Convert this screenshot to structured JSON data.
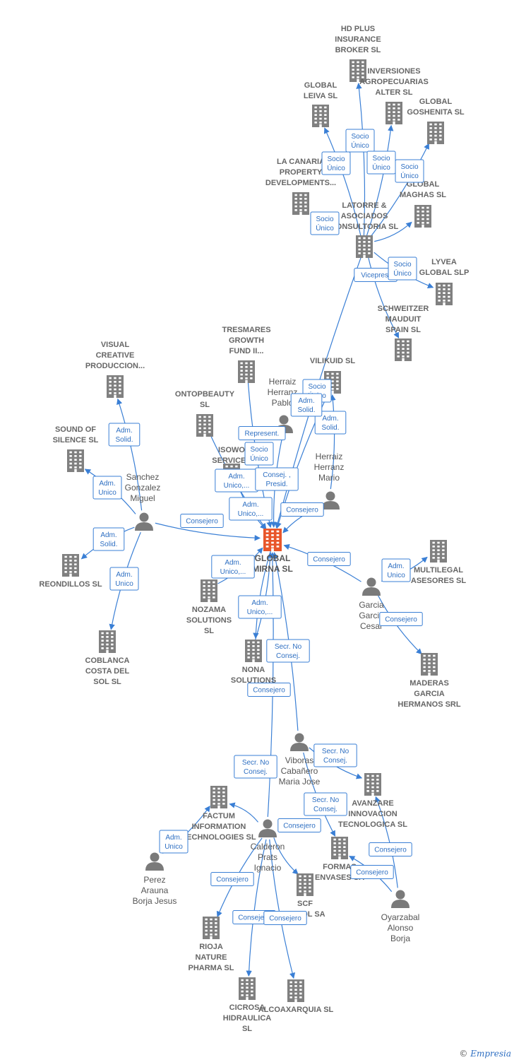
{
  "colors": {
    "edge": "#3a7fd5",
    "building": "#808080",
    "main": "#e8562b",
    "person": "#7a7a7a"
  },
  "nodes": [
    {
      "id": "main",
      "type": "main",
      "lines": [
        "GLOBAL",
        "MIRNA  SL"
      ]
    },
    {
      "id": "hdplus",
      "type": "company",
      "lines": [
        "HD PLUS",
        "INSURANCE",
        "BROKER  SL"
      ]
    },
    {
      "id": "inversiones",
      "type": "company",
      "lines": [
        "INVERSIONES",
        "AGROPECUARIAS",
        "ALTER  SL"
      ]
    },
    {
      "id": "leiva",
      "type": "company",
      "lines": [
        "GLOBAL",
        "LEIVA  SL"
      ]
    },
    {
      "id": "goshenita",
      "type": "company",
      "lines": [
        "GLOBAL",
        "GOSHENITA SL"
      ]
    },
    {
      "id": "lacanaria",
      "type": "company",
      "lines": [
        "LA CANARIA",
        "PROPERTY",
        "DEVELOPMENTS..."
      ]
    },
    {
      "id": "maghas",
      "type": "company",
      "lines": [
        "GLOBAL",
        "MAGHAS  SL"
      ]
    },
    {
      "id": "latorre",
      "type": "company",
      "lines": [
        "LATORRE &",
        "ASOCIADOS",
        "CONSULTORIA SL"
      ]
    },
    {
      "id": "lyvea",
      "type": "company",
      "lines": [
        "LYVEA",
        "GLOBAL  SLP"
      ]
    },
    {
      "id": "schweitzer",
      "type": "company",
      "lines": [
        "SCHWEITZER",
        "MAUDUIT",
        "SPAIN SL"
      ]
    },
    {
      "id": "tresmares",
      "type": "company",
      "lines": [
        "TRESMARES",
        "GROWTH",
        "FUND II..."
      ]
    },
    {
      "id": "vilikuid",
      "type": "company",
      "lines": [
        "VILIKUID  SL"
      ]
    },
    {
      "id": "visual",
      "type": "company",
      "lines": [
        "VISUAL",
        "CREATIVE",
        "PRODUCCION..."
      ]
    },
    {
      "id": "ontopbeauty",
      "type": "company",
      "lines": [
        "ONTOPBEAUTY",
        "SL"
      ]
    },
    {
      "id": "isowo",
      "type": "company",
      "lines": [
        "ISOWO",
        "SERVICES"
      ]
    },
    {
      "id": "soundsilence",
      "type": "company",
      "lines": [
        "SOUND OF",
        "SILENCE SL"
      ]
    },
    {
      "id": "reondillos",
      "type": "company",
      "lines": [
        "REONDILLOS SL"
      ]
    },
    {
      "id": "coblanca",
      "type": "company",
      "lines": [
        "COBLANCA",
        "COSTA DEL",
        "SOL  SL"
      ]
    },
    {
      "id": "nozama",
      "type": "company",
      "lines": [
        "NOZAMA",
        "SOLUTIONS",
        "SL"
      ]
    },
    {
      "id": "nona",
      "type": "company",
      "lines": [
        "NONA",
        "SOLUTIONS"
      ]
    },
    {
      "id": "multilegal",
      "type": "company",
      "lines": [
        "MULTILEGAL",
        "ASESORES SL"
      ]
    },
    {
      "id": "maderas",
      "type": "company",
      "lines": [
        "MADERAS",
        "GARCIA",
        "HERMANOS SRL"
      ]
    },
    {
      "id": "avanzare",
      "type": "company",
      "lines": [
        "AVANZARE",
        "INNOVACION",
        "TECNOLOGICA SL"
      ]
    },
    {
      "id": "factum",
      "type": "company",
      "lines": [
        "FACTUM",
        "INFORMATION",
        "TECHNOLOGIES SL"
      ]
    },
    {
      "id": "formas",
      "type": "company",
      "lines": [
        "FORMAS",
        "ENVASES SA"
      ]
    },
    {
      "id": "scf",
      "type": "company",
      "lines": [
        "SCF",
        "CAROL SA"
      ]
    },
    {
      "id": "rioja",
      "type": "company",
      "lines": [
        "RIOJA",
        "NATURE",
        "PHARMA SL"
      ]
    },
    {
      "id": "cicrosa",
      "type": "company",
      "lines": [
        "CICROSA",
        "HIDRAULICA",
        "SL"
      ]
    },
    {
      "id": "alcoaxarquia",
      "type": "company",
      "lines": [
        "ALCOAXARQUIA SL"
      ]
    },
    {
      "id": "herraizpablo",
      "type": "person",
      "lines": [
        "Herraiz",
        "Herranz",
        "Pablo"
      ]
    },
    {
      "id": "herraizmario",
      "type": "person",
      "lines": [
        "Herraiz",
        "Herranz",
        "Mario"
      ]
    },
    {
      "id": "sanchez",
      "type": "person",
      "lines": [
        "Sanchez",
        "Gonzalez",
        "Miguel"
      ]
    },
    {
      "id": "garcia",
      "type": "person",
      "lines": [
        "Garcia",
        "Garcia",
        "Cesar"
      ]
    },
    {
      "id": "viboras",
      "type": "person",
      "lines": [
        "Viboras",
        "Cabañero",
        "Maria Jose"
      ]
    },
    {
      "id": "calderon",
      "type": "person",
      "lines": [
        "Calderon",
        "Prats",
        "Ignacio"
      ]
    },
    {
      "id": "perez",
      "type": "person",
      "lines": [
        "Perez",
        "Arauna",
        "Borja Jesus"
      ]
    },
    {
      "id": "oyarzabal",
      "type": "person",
      "lines": [
        "Oyarzabal",
        "Alonso",
        "Borja"
      ]
    }
  ],
  "relations": [
    {
      "lines": [
        "Socio",
        "Único"
      ]
    },
    {
      "lines": [
        "Socio",
        "Único"
      ]
    },
    {
      "lines": [
        "Socio",
        "Único"
      ]
    },
    {
      "lines": [
        "Socio",
        "Único"
      ]
    },
    {
      "lines": [
        "Socio",
        "Único"
      ]
    },
    {
      "lines": [
        "Vicepres."
      ]
    },
    {
      "lines": [
        "Socio",
        "Único"
      ]
    },
    {
      "lines": [
        "Socio",
        "Único"
      ]
    },
    {
      "lines": [
        "Adm.",
        "Solid."
      ]
    },
    {
      "lines": [
        "Adm.",
        "Solid."
      ]
    },
    {
      "lines": [
        "Represent."
      ]
    },
    {
      "lines": [
        "Socio",
        "Único"
      ]
    },
    {
      "lines": [
        "Adm.",
        "Unico,..."
      ]
    },
    {
      "lines": [
        "Consej. ,",
        "Presid."
      ]
    },
    {
      "lines": [
        "Adm.",
        "Unico,..."
      ]
    },
    {
      "lines": [
        "Consejero"
      ]
    },
    {
      "lines": [
        "Adm.",
        "Solid."
      ]
    },
    {
      "lines": [
        "Adm.",
        "Unico"
      ]
    },
    {
      "lines": [
        "Consejero"
      ]
    },
    {
      "lines": [
        "Adm.",
        "Solid."
      ]
    },
    {
      "lines": [
        "Adm.",
        "Unico"
      ]
    },
    {
      "lines": [
        "Adm.",
        "Unico,..."
      ]
    },
    {
      "lines": [
        "Consejero"
      ]
    },
    {
      "lines": [
        "Adm.",
        "Unico"
      ]
    },
    {
      "lines": [
        "Adm.",
        "Unico,..."
      ]
    },
    {
      "lines": [
        "Consejero"
      ]
    },
    {
      "lines": [
        "Secr.  No",
        "Consej."
      ]
    },
    {
      "lines": [
        "Consejero"
      ]
    },
    {
      "lines": [
        "Secr.  No",
        "Consej."
      ]
    },
    {
      "lines": [
        "Secr.  No",
        "Consej."
      ]
    },
    {
      "lines": [
        "Secr.  No",
        "Consej."
      ]
    },
    {
      "lines": [
        "Consejero"
      ]
    },
    {
      "lines": [
        "Consejero"
      ]
    },
    {
      "lines": [
        "Consejero"
      ]
    },
    {
      "lines": [
        "Adm.",
        "Unico"
      ]
    },
    {
      "lines": [
        "Consejero"
      ]
    },
    {
      "lines": [
        "Consejero"
      ]
    },
    {
      "lines": [
        "Consejero"
      ]
    }
  ],
  "footer": {
    "copyright": "©",
    "brand": "Empresia"
  }
}
